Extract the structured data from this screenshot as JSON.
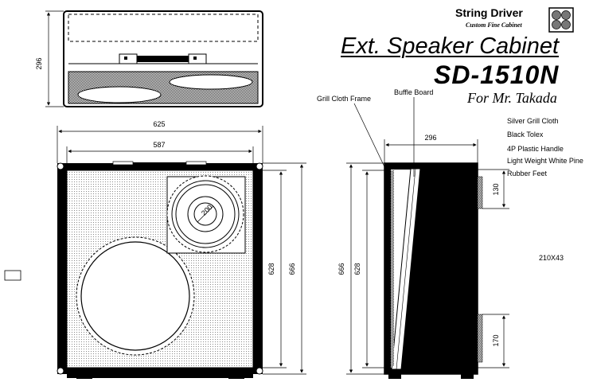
{
  "brand": {
    "name": "String Driver",
    "tagline": "Custom Fine Cabinet"
  },
  "title": {
    "line1": "Ext. Speaker Cabinet",
    "model": "SD-1510N",
    "customer": "For Mr. Takada"
  },
  "specs": [
    "Silver Grill Cloth",
    "Black Tolex",
    "4P Plastic Handle",
    "Light Weight White Pine",
    "Rubber Feet"
  ],
  "labels": {
    "grill_cloth_frame": "Grill Cloth Frame",
    "baffle_board": "Buffle Board",
    "port_size": "210X43"
  },
  "dimensions": {
    "top_depth": "296",
    "front_outer_width": "625",
    "front_inner_width": "587",
    "front_inner_height": "628",
    "front_outer_height": "666",
    "side_depth": "296",
    "side_outer_height": "666",
    "side_inner_height": "628",
    "side_top_section": "130",
    "side_bottom_section": "170",
    "tweeter_label": "200"
  }
}
